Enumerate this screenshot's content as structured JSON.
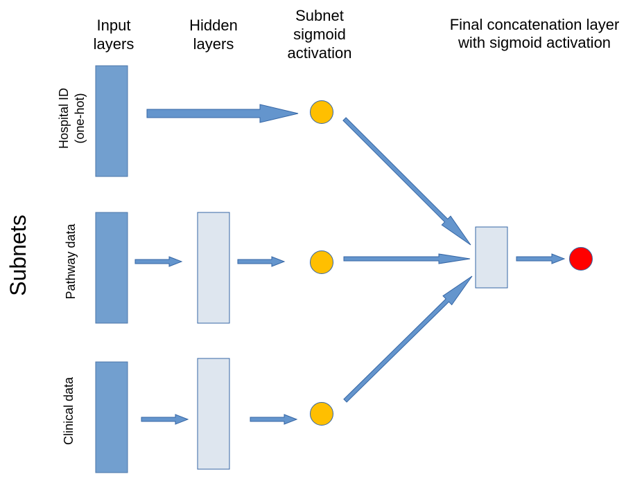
{
  "headers": {
    "input": [
      "Input",
      "layers"
    ],
    "hidden": [
      "Hidden",
      "layers"
    ],
    "subnet": [
      "Subnet",
      "sigmoid",
      "activation"
    ],
    "final": [
      "Final concatenation layer",
      "with  sigmoid activation"
    ]
  },
  "side_label": "Subnets",
  "rows": {
    "hospital": [
      "Hospital ID",
      "(one-hot)"
    ],
    "pathway": [
      "Pathway data"
    ],
    "clinical": [
      "Clinical data"
    ]
  },
  "colors": {
    "input_layer": "#729fcf",
    "hidden_layer": "#dee6ef",
    "arrow_fill": "#6495cd",
    "arrow_stroke": "#3465a4",
    "subnet_node": "#ffbf00",
    "output_node": "#ff0000"
  }
}
